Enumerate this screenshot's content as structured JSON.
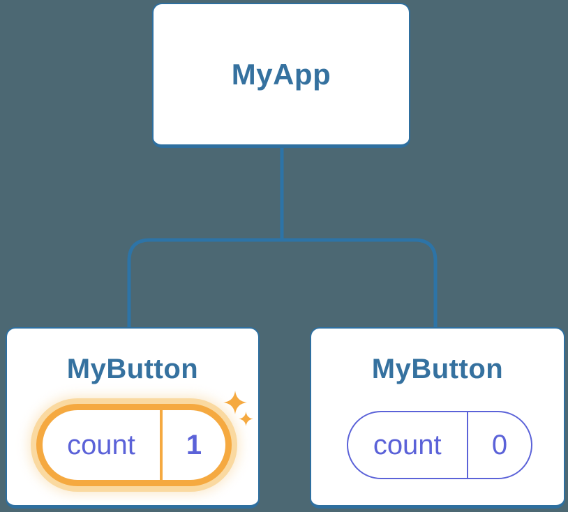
{
  "diagram": {
    "root": {
      "title": "MyApp"
    },
    "children": [
      {
        "title": "MyButton",
        "state_key": "count",
        "state_value": "1",
        "highlighted": true
      },
      {
        "title": "MyButton",
        "state_key": "count",
        "state_value": "0",
        "highlighted": false
      }
    ]
  },
  "icons": {
    "sparkle": "sparkle-icon"
  },
  "colors": {
    "bg": "#4C6873",
    "line": "#2D74A7",
    "card_border": "#2E6F9F",
    "heading": "#35719F",
    "purple": "#5B62D8",
    "orange": "#F5A940",
    "glow": "#FAD9A0"
  }
}
